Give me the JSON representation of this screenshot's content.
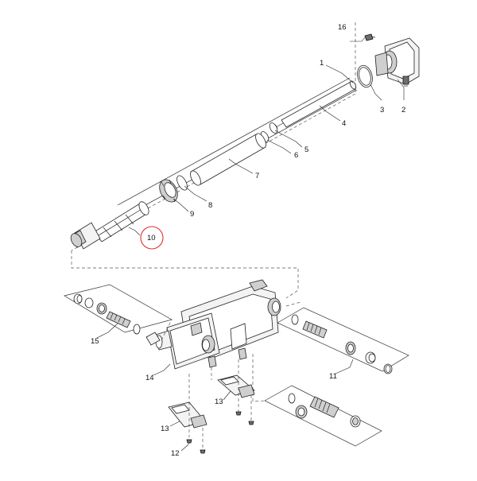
{
  "callouts": {
    "c1": "1",
    "c2": "2",
    "c3": "3",
    "c4": "4",
    "c5": "5",
    "c6": "6",
    "c7": "7",
    "c8": "8",
    "c9": "9",
    "c10": "10",
    "c11": "11",
    "c12": "12",
    "c13a": "13",
    "c13b": "13",
    "c14": "14",
    "c15": "15",
    "c16": "16"
  },
  "highlight": {
    "callout": "10",
    "color": "#d9302c"
  }
}
